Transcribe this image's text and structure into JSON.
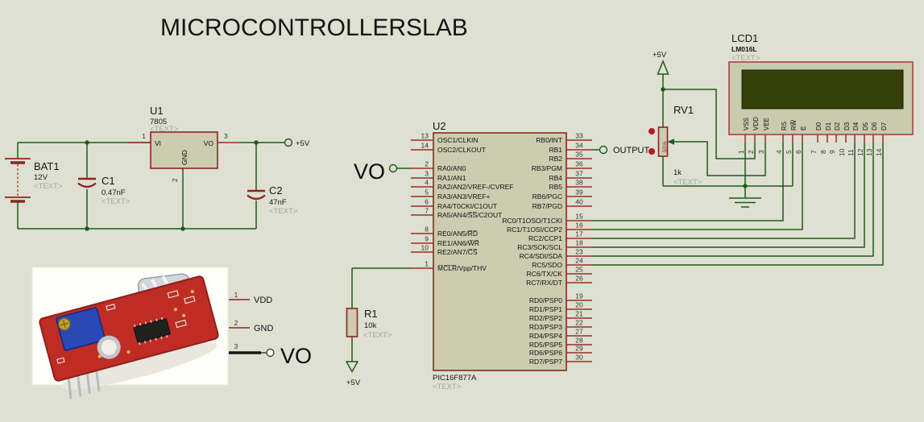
{
  "title": "MICROCONTROLLERSLAB",
  "labels": {
    "plus5v": "+5V",
    "vo": "VO",
    "output": "OUTPUT",
    "ph": "<TEXT>"
  },
  "battery": {
    "ref": "BAT1",
    "value": "12V"
  },
  "c1": {
    "ref": "C1",
    "value": "0.47nF"
  },
  "c2": {
    "ref": "C2",
    "value": "47nF"
  },
  "u1": {
    "ref": "U1",
    "value": "7805",
    "pin_in_num": "1",
    "pin_out_num": "3",
    "pin_gnd_num": "2",
    "vi": "VI",
    "vo": "VO",
    "gnd": "GND"
  },
  "r1": {
    "ref": "R1",
    "value": "10k"
  },
  "rv1": {
    "ref": "RV1",
    "value": "1k",
    "percent": "50%"
  },
  "output_terminal": "OUTPUT",
  "mcu": {
    "ref": "U2",
    "part": "PIC16F877A",
    "left": [
      {
        "num": "13",
        "name": "OSC1/CLKIN"
      },
      {
        "num": "14",
        "name": "OSC2/CLKOUT"
      },
      {
        "num": "2",
        "name": "RA0/AN0"
      },
      {
        "num": "3",
        "name": "RA1/AN1"
      },
      {
        "num": "4",
        "name": "RA2/AN2/VREF-/CVREF"
      },
      {
        "num": "5",
        "name": "RA3/AN3/VREF+"
      },
      {
        "num": "6",
        "name": "RA4/T0CKI/C1OUT"
      },
      {
        "num": "7",
        "name": "RA5/AN4/S̅S̅/C2OUT"
      },
      {
        "num": "8",
        "name": "RE0/AN5/R̅D̅"
      },
      {
        "num": "9",
        "name": "RE1/AN6/W̅R̅"
      },
      {
        "num": "10",
        "name": "RE2/AN7/C̅S̅"
      },
      {
        "num": "1",
        "name": "M̅C̅L̅R̅/Vpp/THV"
      }
    ],
    "rb": [
      {
        "num": "33",
        "name": "RB0/INT"
      },
      {
        "num": "34",
        "name": "RB1"
      },
      {
        "num": "35",
        "name": "RB2"
      },
      {
        "num": "36",
        "name": "RB3/PGM"
      },
      {
        "num": "37",
        "name": "RB4"
      },
      {
        "num": "38",
        "name": "RB5"
      },
      {
        "num": "39",
        "name": "RB6/PGC"
      },
      {
        "num": "40",
        "name": "RB7/PGD"
      }
    ],
    "rc": [
      {
        "num": "15",
        "name": "RC0/T1OSO/T1CKI"
      },
      {
        "num": "16",
        "name": "RC1/T1OSI/CCP2"
      },
      {
        "num": "17",
        "name": "RC2/CCP1"
      },
      {
        "num": "18",
        "name": "RC3/SCK/SCL"
      },
      {
        "num": "23",
        "name": "RC4/SDI/SDA"
      },
      {
        "num": "24",
        "name": "RC5/SDO"
      },
      {
        "num": "25",
        "name": "RC6/TX/CK"
      },
      {
        "num": "26",
        "name": "RC7/RX/DT"
      }
    ],
    "rd": [
      {
        "num": "19",
        "name": "RD0/PSP0"
      },
      {
        "num": "20",
        "name": "RD1/PSP1"
      },
      {
        "num": "21",
        "name": "RD2/PSP2"
      },
      {
        "num": "22",
        "name": "RD3/PSP3"
      },
      {
        "num": "27",
        "name": "RD4/PSP4"
      },
      {
        "num": "28",
        "name": "RD5/PSP5"
      },
      {
        "num": "29",
        "name": "RD6/PSP6"
      },
      {
        "num": "30",
        "name": "RD7/PSP7"
      }
    ]
  },
  "lcd": {
    "ref": "LCD1",
    "part": "LM016L",
    "pins": [
      {
        "num": "1",
        "name": "VSS"
      },
      {
        "num": "2",
        "name": "VDD"
      },
      {
        "num": "3",
        "name": "VEE"
      },
      {
        "num": "4",
        "name": "RS"
      },
      {
        "num": "5",
        "name": "RW̅"
      },
      {
        "num": "6",
        "name": "E"
      },
      {
        "num": "7",
        "name": "D0"
      },
      {
        "num": "8",
        "name": "D1"
      },
      {
        "num": "9",
        "name": "D2"
      },
      {
        "num": "10",
        "name": "D3"
      },
      {
        "num": "11",
        "name": "D4"
      },
      {
        "num": "12",
        "name": "D5"
      },
      {
        "num": "13",
        "name": "D6"
      },
      {
        "num": "14",
        "name": "D7"
      }
    ]
  },
  "sensor": {
    "pin1_num": "1",
    "pin1": "VDD",
    "pin2_num": "2",
    "pin2": "GND",
    "pin3_num": "3",
    "pin3": "VO"
  },
  "colors": {
    "background": "#dee0d2",
    "wire": "#1e5a19",
    "component_fill": "#cbcdb1",
    "component_outline": "#8e241d",
    "lcd_screen": "#353f08",
    "placeholder_text": "#a6a795"
  }
}
